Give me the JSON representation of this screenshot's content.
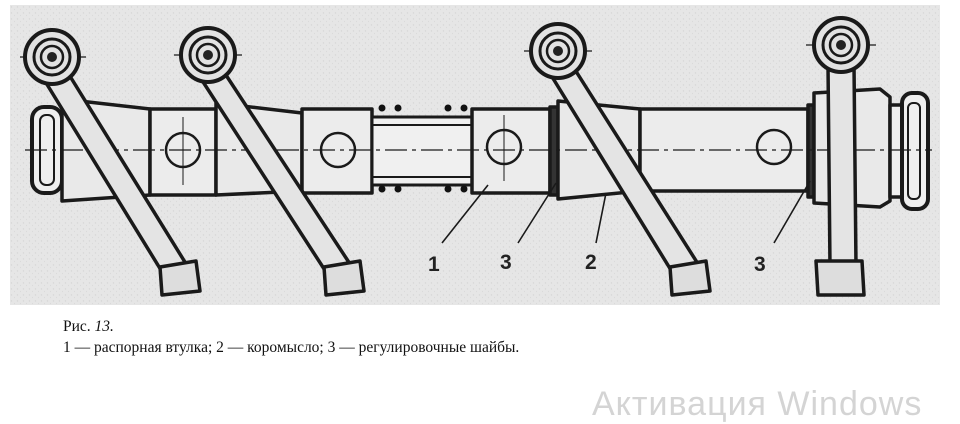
{
  "figure": {
    "callouts": [
      "1",
      "3",
      "2",
      "3"
    ]
  },
  "caption": {
    "prefix": "Рис.",
    "number": "13.",
    "legend": "1 — распорная втулка; 2 — коромысло; 3 — регулировочные шайбы."
  },
  "watermark": {
    "text": "Активация Windows"
  }
}
